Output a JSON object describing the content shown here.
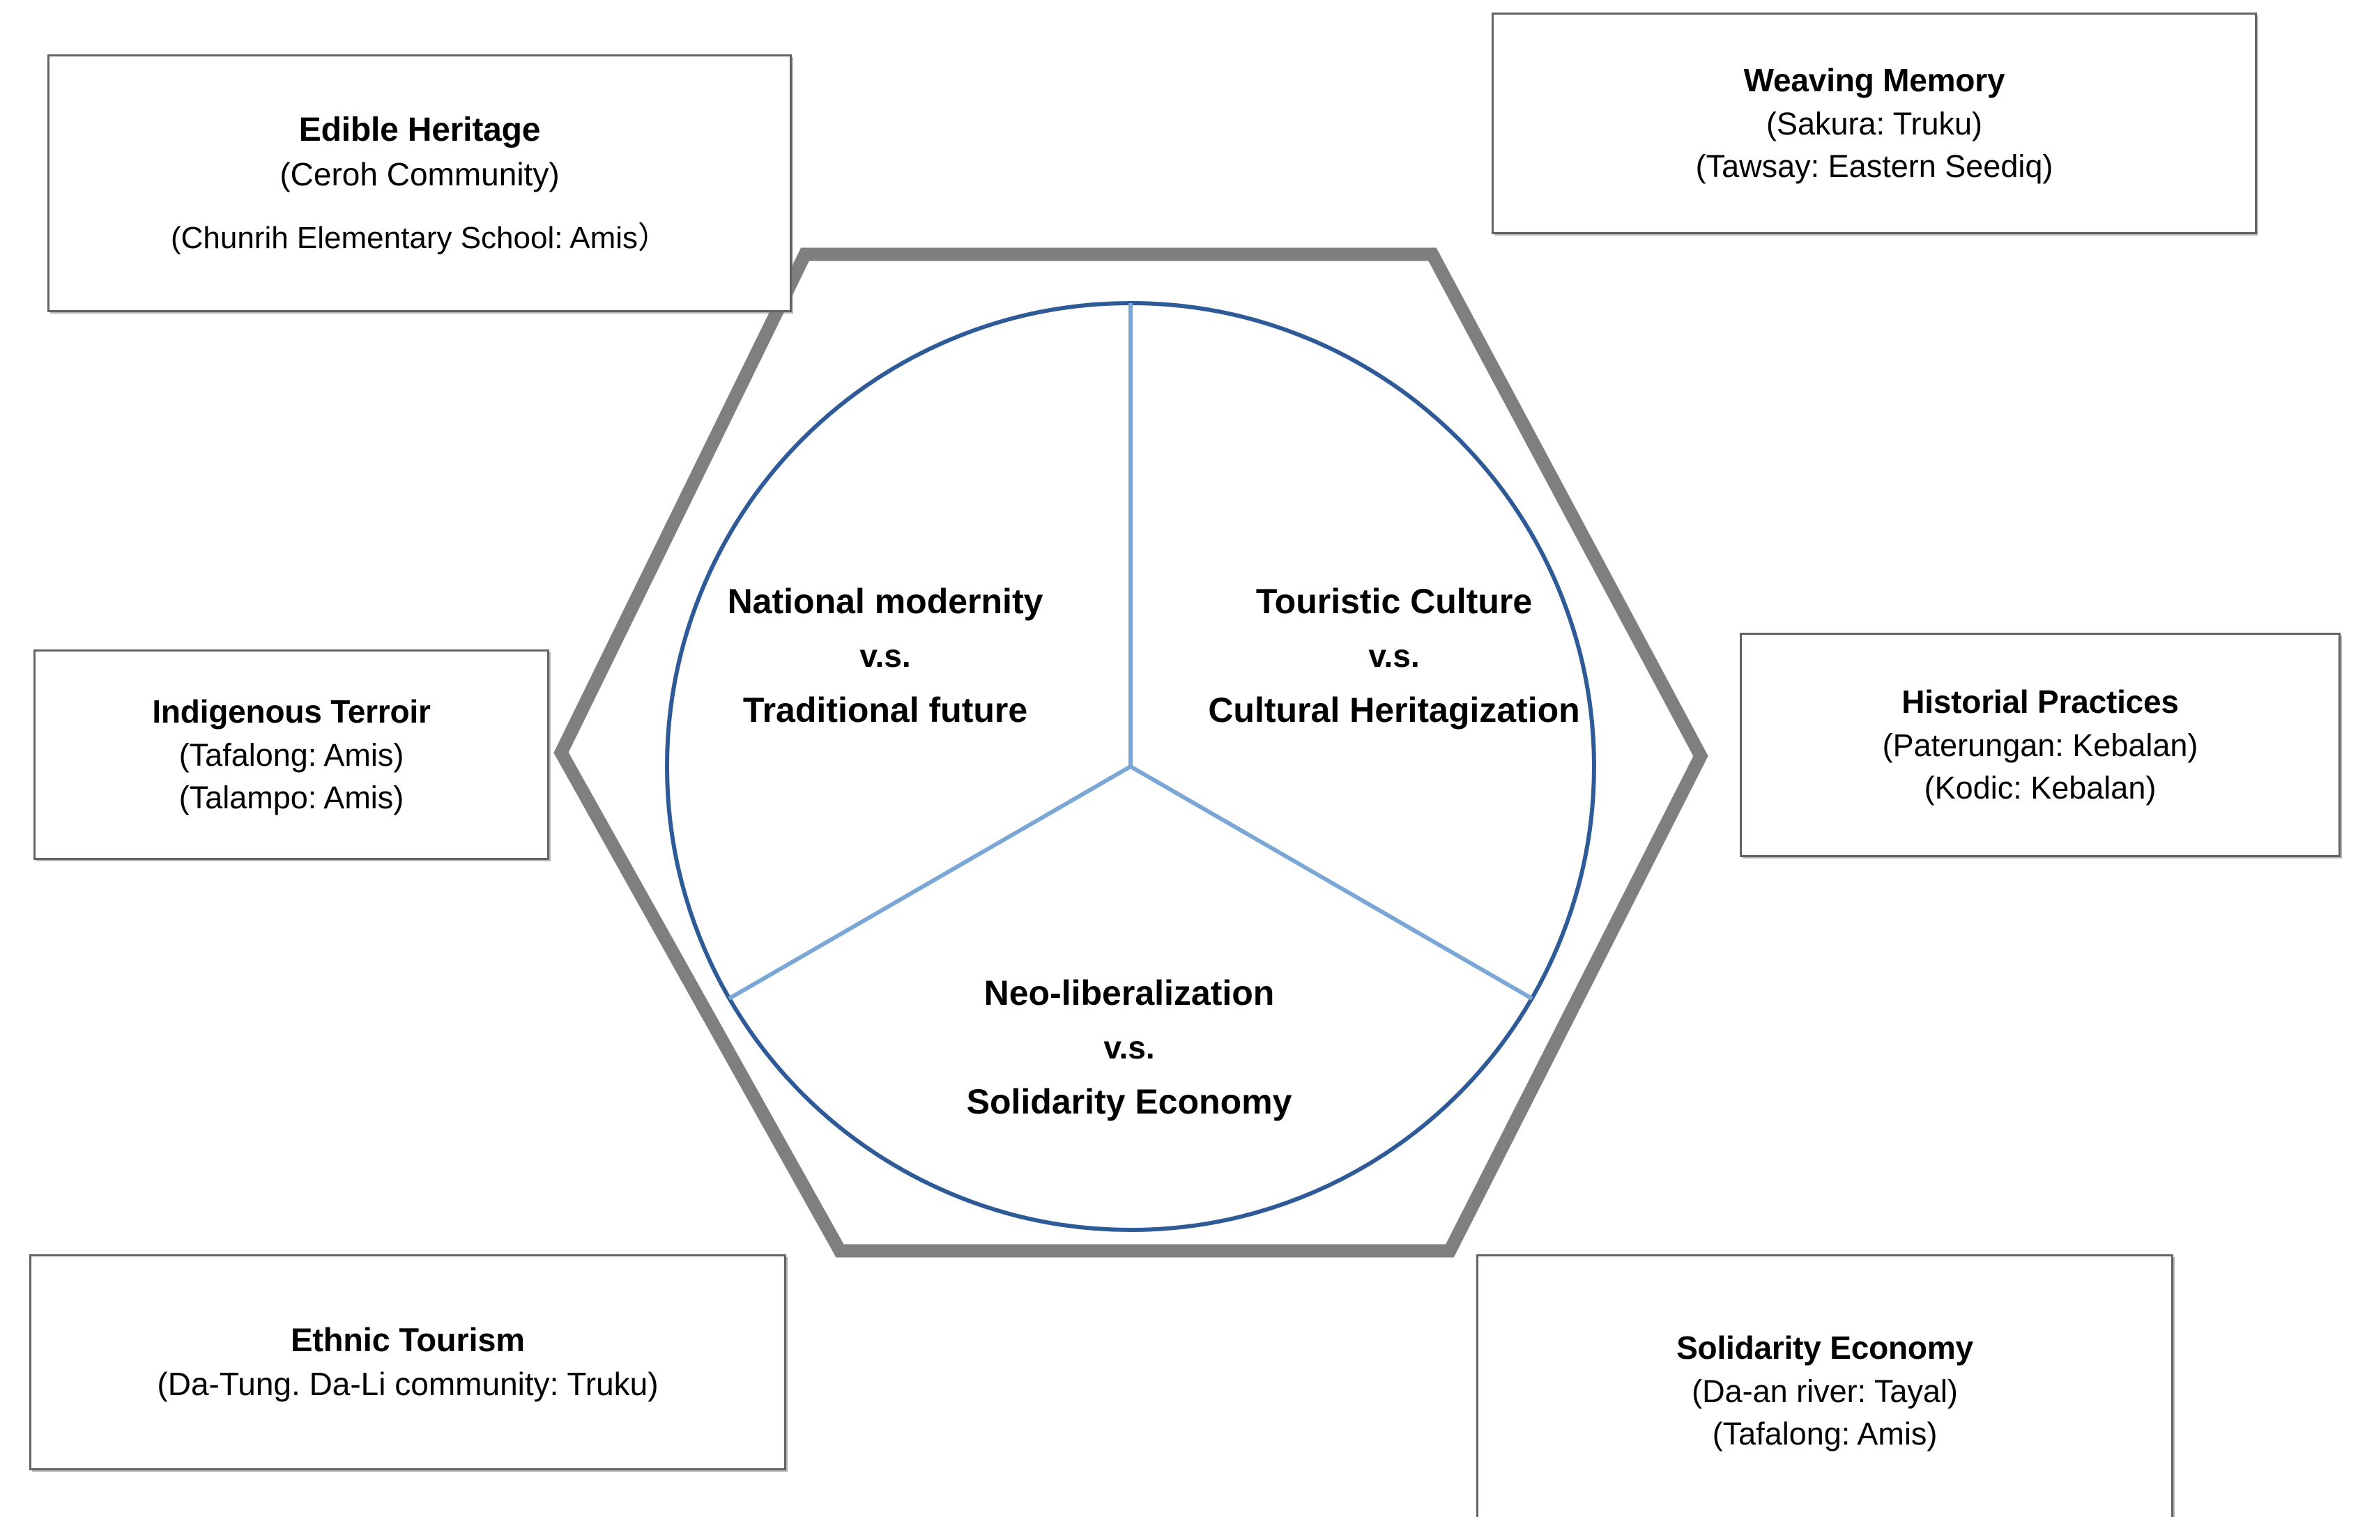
{
  "diagram": {
    "title": "Indigenous cultural practice hexagon framework",
    "colors": {
      "hexagon_stroke": "#7F7F7F",
      "circle_stroke": "#2E5B97",
      "divider_stroke": "#7BA7D7",
      "box_border": "#636363",
      "text": "#000000",
      "background": "#FFFFFF"
    },
    "center_circle": {
      "sectors": [
        {
          "id": "national-modernity",
          "position": "upper-left",
          "line_a": "National modernity",
          "versus": "v.s.",
          "line_b": "Traditional future"
        },
        {
          "id": "touristic-culture",
          "position": "upper-right",
          "line_a": "Touristic Culture",
          "versus": "v.s.",
          "line_b": "Cultural Heritagization"
        },
        {
          "id": "neo-liberalization",
          "position": "bottom",
          "line_a": "Neo-liberalization",
          "versus": "v.s.",
          "line_b": "Solidarity Economy"
        }
      ]
    },
    "boxes": [
      {
        "id": "edible-heritage",
        "position": "top-left",
        "title": "Edible Heritage",
        "lines": [
          "(Ceroh Community)",
          "(Chunrih Elementary School: Amis）"
        ]
      },
      {
        "id": "weaving-memory",
        "position": "top-right",
        "title": "Weaving Memory",
        "lines": [
          "(Sakura: Truku)",
          "(Tawsay: Eastern Seediq)"
        ]
      },
      {
        "id": "indigenous-terroir",
        "position": "middle-left",
        "title": "Indigenous Terroir",
        "lines": [
          "(Tafalong: Amis)",
          "(Talampo: Amis)"
        ]
      },
      {
        "id": "historial-practices",
        "position": "middle-right",
        "title": "Historial Practices",
        "lines": [
          "(Paterungan: Kebalan)",
          "(Kodic: Kebalan)"
        ]
      },
      {
        "id": "ethnic-tourism",
        "position": "bottom-left",
        "title": "Ethnic Tourism",
        "lines": [
          "(Da-Tung. Da-Li community: Truku)"
        ]
      },
      {
        "id": "solidarity-economy",
        "position": "bottom-right",
        "title": "Solidarity Economy",
        "lines": [
          "(Da-an river: Tayal)",
          "(Tafalong: Amis)"
        ]
      }
    ]
  }
}
